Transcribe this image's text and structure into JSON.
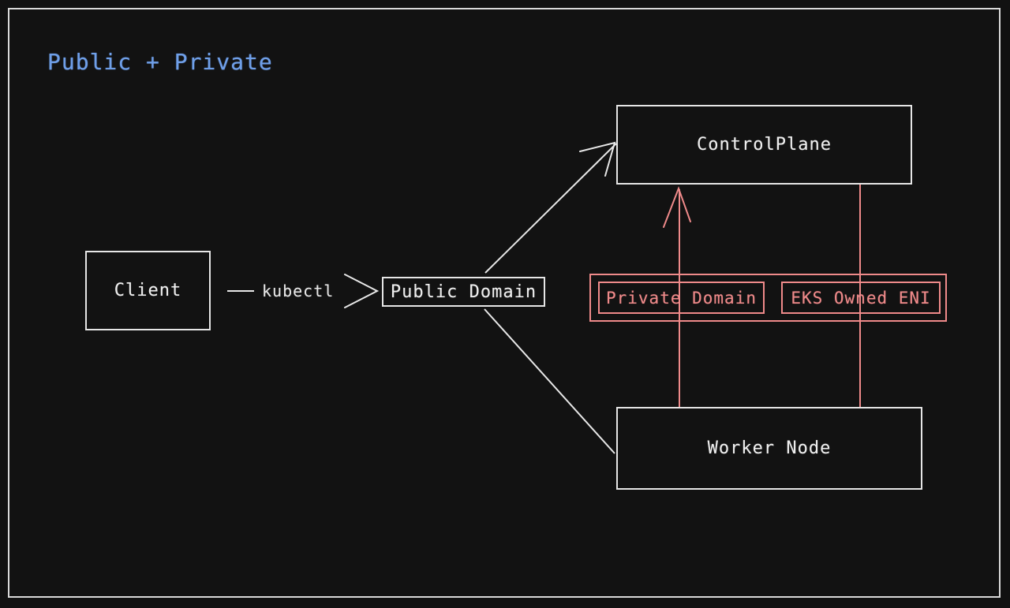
{
  "diagram": {
    "title": "Public + Private",
    "title_color": "#6f9fe8",
    "background_color": "#121212",
    "frame_color": "#d9d9d9",
    "node_color": "#e6e6e6",
    "private_color": "#ef8a8a"
  },
  "nodes": {
    "client": {
      "label": "Client"
    },
    "public_domain": {
      "label": "Public Domain"
    },
    "control_plane": {
      "label": "ControlPlane"
    },
    "worker_node": {
      "label": "Worker Node"
    },
    "private_domain": {
      "label": "Private Domain"
    },
    "eks_owned_eni": {
      "label": "EKS Owned ENI"
    }
  },
  "edges": [
    {
      "id": "client-to-public",
      "from": "client",
      "to": "public_domain",
      "label": "kubectl",
      "color": "#e8e8e8",
      "arrow": "open"
    },
    {
      "id": "public-to-controlplane",
      "from": "public_domain",
      "to": "control_plane",
      "label": "",
      "color": "#e8e8e8",
      "arrow": "open"
    },
    {
      "id": "public-to-worker",
      "from": "public_domain",
      "to": "worker_node",
      "label": "",
      "color": "#e8e8e8",
      "arrow": "none"
    },
    {
      "id": "worker-to-controlplane",
      "from": "worker_node",
      "to": "control_plane",
      "label": "",
      "color": "#ef8a8a",
      "arrow": "open"
    },
    {
      "id": "controlplane-to-worker-eni",
      "from": "control_plane",
      "to": "worker_node",
      "label": "",
      "color": "#ef8a8a",
      "arrow": "none"
    }
  ]
}
